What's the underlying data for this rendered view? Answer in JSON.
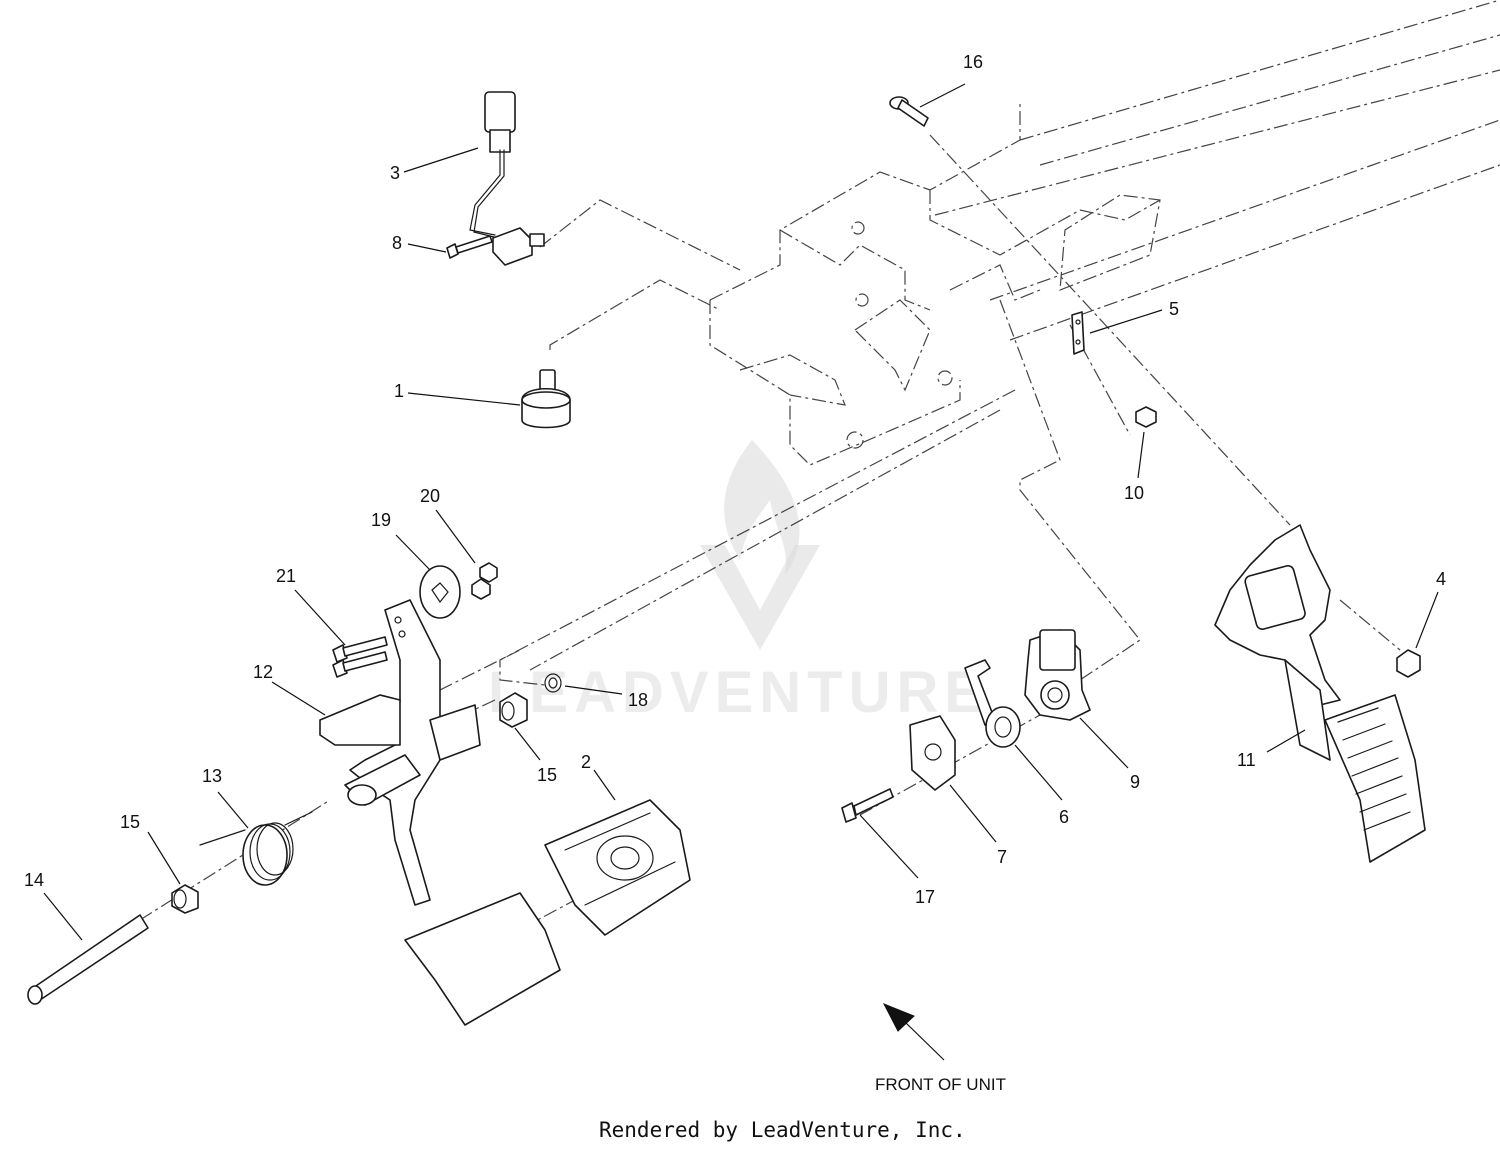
{
  "callouts": [
    {
      "id": "1",
      "part": "bumper"
    },
    {
      "id": "2",
      "part": "brake-pedal-pad"
    },
    {
      "id": "3",
      "part": "switch-harness"
    },
    {
      "id": "4",
      "part": "nut"
    },
    {
      "id": "5",
      "part": "clip"
    },
    {
      "id": "6",
      "part": "cam"
    },
    {
      "id": "7",
      "part": "mount"
    },
    {
      "id": "8",
      "part": "screw"
    },
    {
      "id": "9",
      "part": "sensor"
    },
    {
      "id": "10",
      "part": "nut"
    },
    {
      "id": "11",
      "part": "accelerator-pedal"
    },
    {
      "id": "12",
      "part": "brake-pedal-arm"
    },
    {
      "id": "13",
      "part": "torsion-spring"
    },
    {
      "id": "14",
      "part": "pivot-pin"
    },
    {
      "id": "15a",
      "part": "bushing"
    },
    {
      "id": "15b",
      "part": "bushing"
    },
    {
      "id": "16",
      "part": "pin"
    },
    {
      "id": "17",
      "part": "bolt"
    },
    {
      "id": "18",
      "part": "retaining-ring"
    },
    {
      "id": "19",
      "part": "washer-plate"
    },
    {
      "id": "20",
      "part": "nut"
    },
    {
      "id": "21",
      "part": "bolt"
    }
  ],
  "labels": {
    "c1": "1",
    "c2": "2",
    "c3": "3",
    "c4": "4",
    "c5": "5",
    "c6": "6",
    "c7": "7",
    "c8": "8",
    "c9": "9",
    "c10": "10",
    "c11": "11",
    "c12": "12",
    "c13": "13",
    "c14": "14",
    "c15a": "15",
    "c15b": "15",
    "c16": "16",
    "c17": "17",
    "c18": "18",
    "c19": "19",
    "c20": "20",
    "c21": "21"
  },
  "front_label": "FRONT OF UNIT",
  "credit": "Rendered by LeadVenture, Inc.",
  "watermark": "LEADVENTURE",
  "colors": {
    "line": "#1a1a1a",
    "background": "#ffffff",
    "watermark": "#d8d8d8"
  }
}
